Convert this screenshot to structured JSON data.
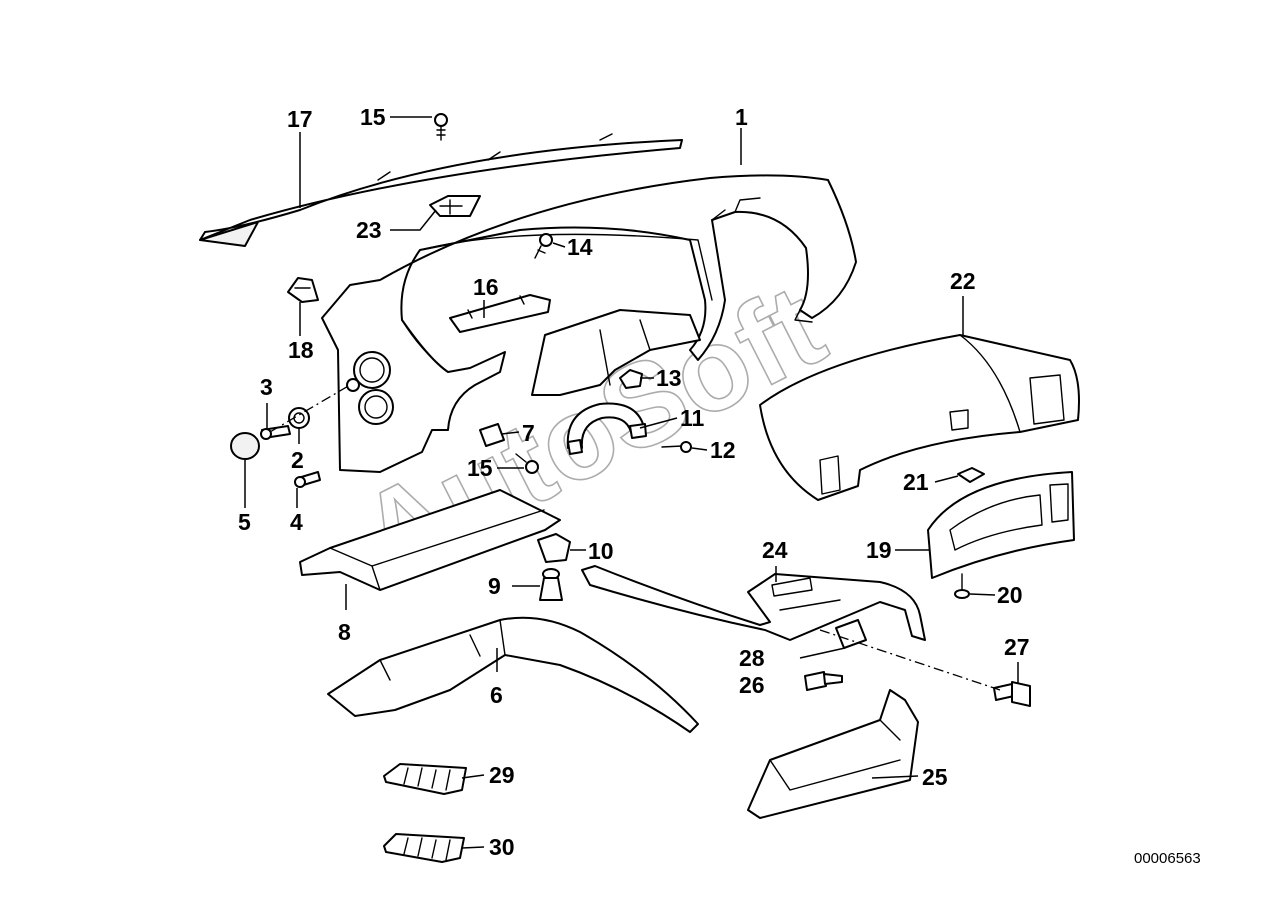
{
  "watermark": "AutoSoft",
  "reference_number": "00006563",
  "callouts": [
    {
      "key": "c1",
      "label": "1"
    },
    {
      "key": "c2",
      "label": "2"
    },
    {
      "key": "c3",
      "label": "3"
    },
    {
      "key": "c4",
      "label": "4"
    },
    {
      "key": "c5",
      "label": "5"
    },
    {
      "key": "c6",
      "label": "6"
    },
    {
      "key": "c7",
      "label": "7"
    },
    {
      "key": "c8",
      "label": "8"
    },
    {
      "key": "c9",
      "label": "9"
    },
    {
      "key": "c10",
      "label": "10"
    },
    {
      "key": "c11",
      "label": "11"
    },
    {
      "key": "c12",
      "label": "12"
    },
    {
      "key": "c13",
      "label": "13"
    },
    {
      "key": "c14",
      "label": "14"
    },
    {
      "key": "c15a",
      "label": "15"
    },
    {
      "key": "c15b",
      "label": "15"
    },
    {
      "key": "c16",
      "label": "16"
    },
    {
      "key": "c17",
      "label": "17"
    },
    {
      "key": "c18",
      "label": "18"
    },
    {
      "key": "c19",
      "label": "19"
    },
    {
      "key": "c20",
      "label": "20"
    },
    {
      "key": "c21",
      "label": "21"
    },
    {
      "key": "c22",
      "label": "22"
    },
    {
      "key": "c23",
      "label": "23"
    },
    {
      "key": "c24",
      "label": "24"
    },
    {
      "key": "c25",
      "label": "25"
    },
    {
      "key": "c26",
      "label": "26"
    },
    {
      "key": "c27",
      "label": "27"
    },
    {
      "key": "c28",
      "label": "28"
    },
    {
      "key": "c29",
      "label": "29"
    },
    {
      "key": "c30",
      "label": "30"
    }
  ]
}
